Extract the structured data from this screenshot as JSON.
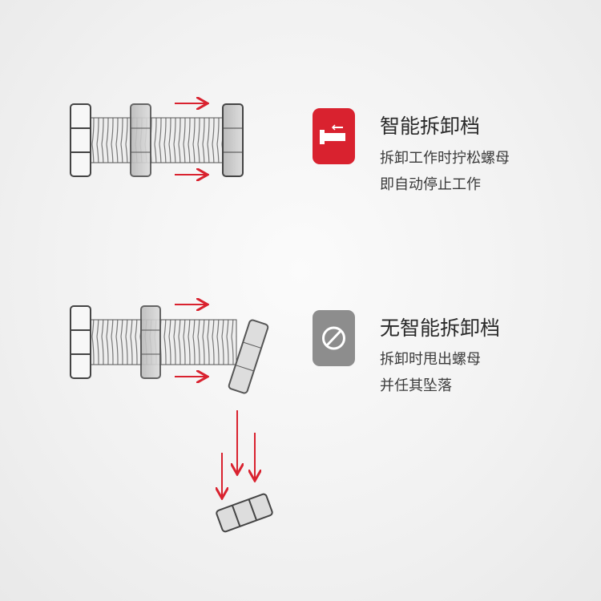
{
  "smart": {
    "title": "智能拆卸档",
    "line1": "拆卸工作时拧松螺母",
    "line2": "即自动停止工作",
    "icon": "bolt-icon",
    "color": "#d9222f"
  },
  "nosmart": {
    "title": "无智能拆卸档",
    "line1": "拆卸时甩出螺母",
    "line2": "并任其坠落",
    "icon": "prohibited-icon",
    "color": "#8d8d8d"
  },
  "arrow_color": "#d9222f"
}
